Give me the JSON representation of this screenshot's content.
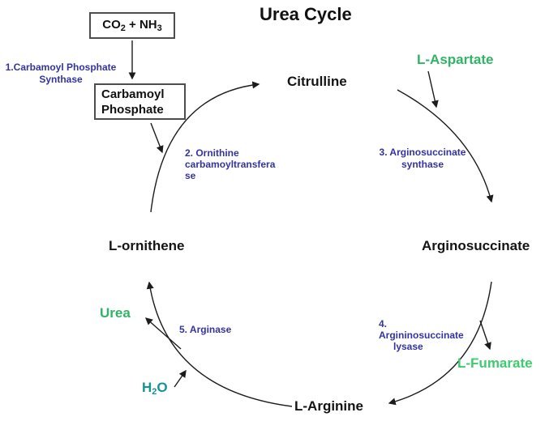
{
  "title": "Urea Cycle",
  "boxes": {
    "carbamoyl": {
      "line1": "Carbamoyl",
      "line2": "Phosphate"
    }
  },
  "formulas": {
    "co2_nh3": {
      "p1": "CO",
      "s1": "2",
      "p2": " + NH",
      "s2": "3"
    },
    "h2o": {
      "p1": "H",
      "s1": "2",
      "p2": "O"
    }
  },
  "metabolites": {
    "citrulline": "Citrulline",
    "arginosuccinate": "Arginosuccinate",
    "l_arginine": "L-Arginine",
    "l_ornithene": "L-ornithene",
    "l_aspartate": "L-Aspartate",
    "l_fumarate": "L-Fumarate",
    "urea": "Urea"
  },
  "enzymes": {
    "e1": {
      "line1": "1.Carbamoyl Phosphate",
      "line2": "Synthase"
    },
    "e2": {
      "line1": "2. Ornithine",
      "line2": "carbamoyltransfera",
      "line3": "se"
    },
    "e3": {
      "line1": "3. Arginosuccinate",
      "line2": "synthase"
    },
    "e4": {
      "line1": "4.",
      "line2": "Argininosuccinate",
      "line3": "lysase"
    },
    "e5": {
      "label": "5. Arginase"
    }
  },
  "colors": {
    "enzyme_blue": "#3333a3",
    "metabolite_black": "#141414",
    "green": "#2fb565",
    "green_light": "#3ecb70",
    "teal": "#149492",
    "box_border": "#4d4d4d",
    "arrow": "#1c1c1c",
    "background": "#ffffff"
  },
  "connections": [
    {
      "from": "CO2 + NH3",
      "to": "Carbamoyl Phosphate",
      "via": "Carbamoyl Phosphate Synthase"
    },
    {
      "from": "Carbamoyl Phosphate",
      "to": "cycle",
      "via": "Ornithine carbamoyltransferase"
    },
    {
      "from": "L-ornithene",
      "to": "Citrulline",
      "via": "Ornithine carbamoyltransferase"
    },
    {
      "from": "Citrulline",
      "to": "Arginosuccinate",
      "via": "Arginosuccinate synthase"
    },
    {
      "from": "L-Aspartate",
      "to": "cycle",
      "via": ""
    },
    {
      "from": "Arginosuccinate",
      "to": "L-Arginine",
      "via": "Argininosuccinate lysase"
    },
    {
      "from": "cycle",
      "to": "L-Fumarate",
      "via": ""
    },
    {
      "from": "L-Arginine",
      "to": "L-ornithene",
      "via": "Arginase"
    },
    {
      "from": "cycle",
      "to": "Urea",
      "via": "Arginase"
    },
    {
      "from": "H2O",
      "to": "cycle",
      "via": ""
    }
  ]
}
